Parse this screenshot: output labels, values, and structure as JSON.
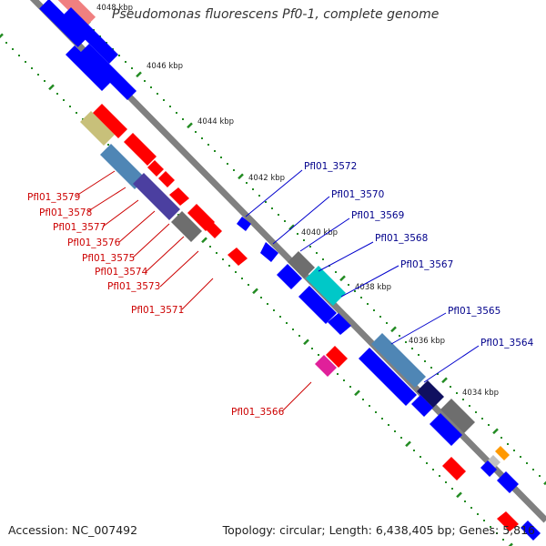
{
  "title": "Pseudomonas fluorescens Pf0-1, complete genome",
  "footer": {
    "accession": "Accession: NC_007492",
    "topology": "Topology: circular; Length: 6,438,405 bp; Genes: 5,816"
  },
  "colors": {
    "backbone": "#808080",
    "forward_feature": "#0000ff",
    "reverse_feature": "#ff0000",
    "forward_label": "#00008b",
    "reverse_label": "#cc0000",
    "tick_mark": "#228b22"
  },
  "ticks": [
    "4048 kbp",
    "4046 kbp",
    "4044 kbp",
    "4042 kbp",
    "4040 kbp",
    "4038 kbp",
    "4036 kbp",
    "4034 kbp"
  ],
  "forward_genes": [
    "Pfl01_3572",
    "Pfl01_3570",
    "Pfl01_3569",
    "Pfl01_3568",
    "Pfl01_3567",
    "Pfl01_3565",
    "Pfl01_3564"
  ],
  "reverse_genes": [
    "Pfl01_3579",
    "Pfl01_3578",
    "Pfl01_3577",
    "Pfl01_3576",
    "Pfl01_3575",
    "Pfl01_3574",
    "Pfl01_3573",
    "Pfl01_3571",
    "Pfl01_3566"
  ]
}
